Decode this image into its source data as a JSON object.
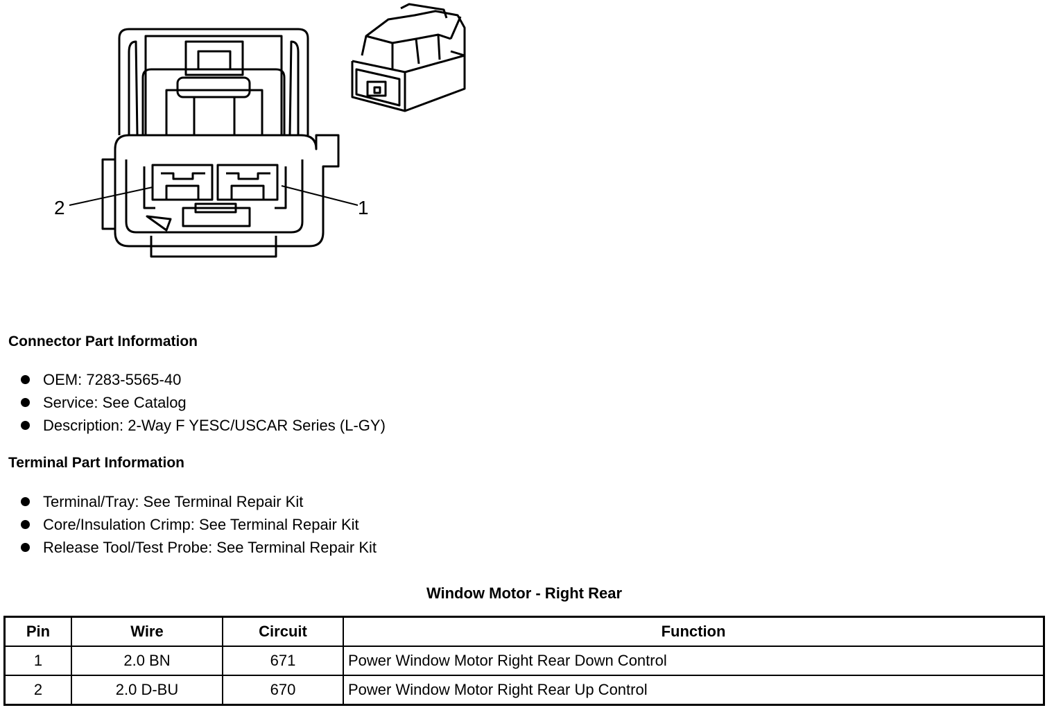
{
  "diagram": {
    "pin_callouts": [
      "2",
      "1"
    ]
  },
  "connector_info": {
    "title": "Connector Part Information",
    "items": [
      "OEM: 7283-5565-40",
      "Service: See Catalog",
      "Description: 2-Way F YESC/USCAR Series (L-GY)"
    ]
  },
  "terminal_info": {
    "title": "Terminal Part Information",
    "items": [
      "Terminal/Tray: See Terminal Repair Kit",
      "Core/Insulation Crimp: See Terminal Repair Kit",
      "Release Tool/Test Probe: See Terminal Repair Kit"
    ]
  },
  "pin_table": {
    "title": "Window Motor - Right Rear",
    "headers": [
      "Pin",
      "Wire",
      "Circuit",
      "Function"
    ],
    "rows": [
      [
        "1",
        "2.0 BN",
        "671",
        "Power Window Motor Right Rear Down Control"
      ],
      [
        "2",
        "2.0 D-BU",
        "670",
        "Power Window Motor Right Rear Up Control"
      ]
    ]
  }
}
